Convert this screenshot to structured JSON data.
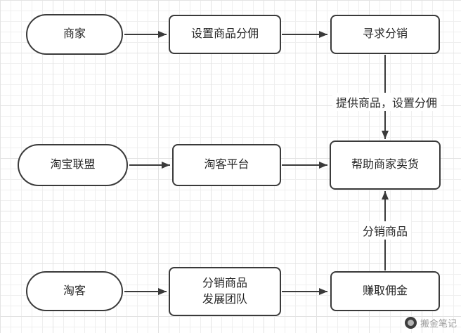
{
  "canvas": {
    "stroke_color": "#3a3a3a",
    "node_fill": "#ffffff",
    "grid_color": "#efefef",
    "text_color": "#262626"
  },
  "nodes": {
    "merchant": {
      "label": "商家"
    },
    "set_commission": {
      "label": "设置商品分佣"
    },
    "seek_distribution": {
      "label": "寻求分销"
    },
    "taobao_union": {
      "label": "淘宝联盟"
    },
    "taoke_platform": {
      "label": "淘客平台"
    },
    "help_merchant_sell": {
      "label": "帮助商家卖货"
    },
    "taoke": {
      "label": "淘客"
    },
    "distribute_and_team": {
      "label": "分销商品\n发展团队"
    },
    "earn_commission": {
      "label": "赚取佣金"
    }
  },
  "edges": {
    "provide_set_commission": {
      "label": "提供商品，设置分佣"
    },
    "distribute_goods": {
      "label": "分销商品"
    }
  },
  "watermark": {
    "text": "搬金笔记"
  }
}
